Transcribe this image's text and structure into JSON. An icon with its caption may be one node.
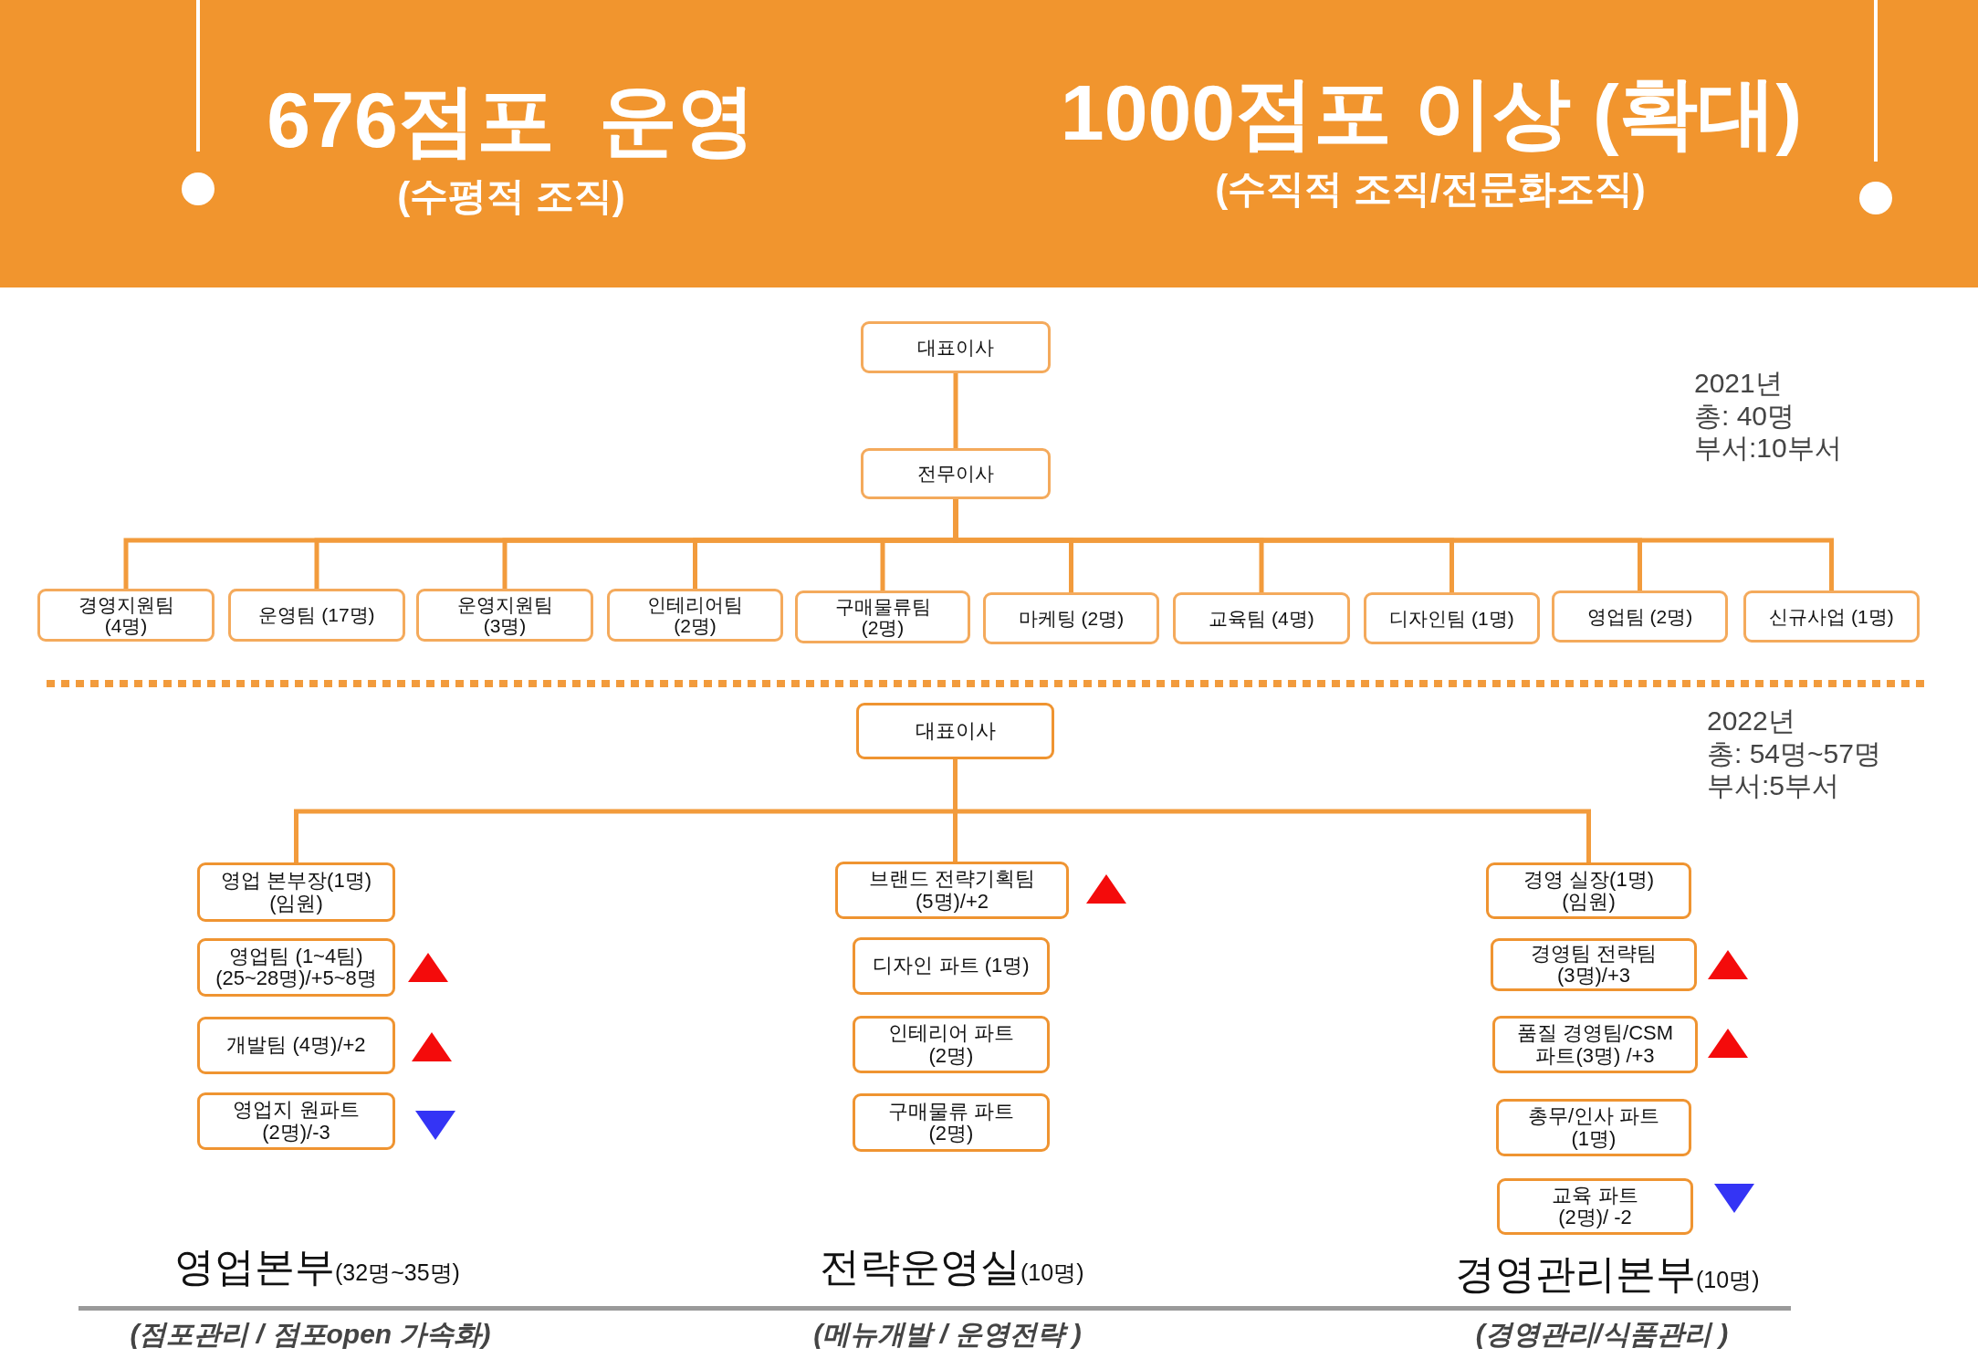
{
  "diagram": {
    "nodes": [
      {
        "text": [
          "대표이사"
        ]
      },
      {
        "text": [
          "전무이사"
        ]
      },
      {
        "text": [
          "경영지원팀 (4명)"
        ]
      },
      {
        "text": [
          "운영팀 (17명)"
        ]
      },
      {
        "text": [
          "운영지원팀 (3명)"
        ]
      },
      {
        "text": [
          "인테리어팀 (2명)"
        ]
      },
      {
        "text": [
          "구매물류팀 (2명)"
        ]
      },
      {
        "text": [
          "마케팅 (2명)"
        ]
      },
      {
        "text": [
          "교육팀 (4명)"
        ]
      },
      {
        "text": [
          "디자인팀 (1명)"
        ]
      },
      {
        "text": [
          "영업팀 (2명)"
        ]
      },
      {
        "text": [
          "신규사업 (1명)"
        ]
      },
      {
        "text": [
          "대표이사"
        ]
      },
      {
        "text": [
          "영업 본부장(1명) (임원)"
        ]
      },
      {
        "text": [
          "영업팀 (1~4팀) (25~28명)/+5~8명"
        ]
      },
      {
        "text": [
          "개발팀 (4명)/+2"
        ]
      },
      {
        "text": [
          "영업지 원파트 (2명)/-3"
        ]
      },
      {
        "text": [
          "브랜드 전략기획팀 (5명)/+2"
        ]
      },
      {
        "text": [
          "디자인 파트 (1명)"
        ]
      },
      {
        "text": [
          "인테리어 파트 (2명)"
        ]
      },
      {
        "text": [
          "구매물류 파트 (2명)"
        ]
      },
      {
        "text": [
          "경영 실장(1명) (임원)"
        ]
      },
      {
        "text": [
          "경영팀 전략팀 (3명)/+3"
        ]
      },
      {
        "text": [
          "품질 경영팀/CSM 파트(3명) /+3"
        ]
      },
      {
        "text": [
          "총무/인사 파트 (1명)"
        ]
      },
      {
        "text": [
          "교육 파트 (2명)/ -2"
        ]
      }
    ],
    "edges": [
      {
        "from": 0,
        "to": 1,
        "arrow": "none"
      },
      {
        "from": 1,
        "to": 2,
        "arrow": "none"
      },
      {
        "from": 1,
        "to": 3,
        "arrow": "none"
      },
      {
        "from": 1,
        "to": 4,
        "arrow": "none"
      },
      {
        "from": 1,
        "to": 5,
        "arrow": "none"
      },
      {
        "from": 1,
        "to": 6,
        "arrow": "none"
      },
      {
        "from": 1,
        "to": 7,
        "arrow": "none"
      },
      {
        "from": 1,
        "to": 8,
        "arrow": "none"
      },
      {
        "from": 1,
        "to": 9,
        "arrow": "none"
      },
      {
        "from": 1,
        "to": 10,
        "arrow": "none"
      },
      {
        "from": 1,
        "to": 11,
        "arrow": "none"
      },
      {
        "from": 12,
        "to": 13,
        "arrow": "none"
      },
      {
        "from": 12,
        "to": 17,
        "arrow": "none"
      },
      {
        "from": 12,
        "to": 21,
        "arrow": "none"
      }
    ],
    "labels": [
      "676점포  운영",
      "(수평적 조직)",
      "1000점포 이상 (확대)",
      "(수직적 조직/전문화조직)",
      "2021년",
      "총: 40명",
      "부서:10부서",
      "2022년",
      "총: 54명~57명",
      "부서:5부서",
      "영업본부",
      "(32명~35명)",
      "전략운영실",
      "(10명)",
      "경영관리본부",
      "(10명)",
      "(점포관리 / 점포open 가속화)",
      "(메뉴개발 / 운영전략 )",
      "(경영관리/식품관리 )"
    ]
  }
}
